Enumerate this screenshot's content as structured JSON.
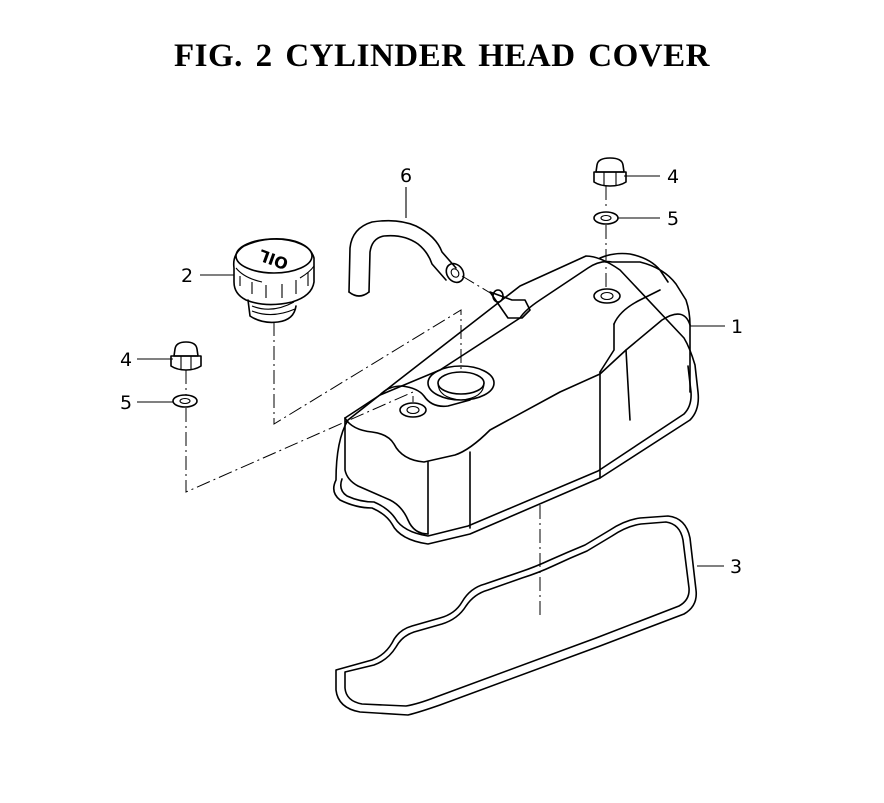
{
  "figure": {
    "title": "FIG.  2  CYLINDER HEAD COVER",
    "cap_text": "OIL"
  },
  "callouts": [
    {
      "id": "c1",
      "label": "1"
    },
    {
      "id": "c2",
      "label": "2"
    },
    {
      "id": "c3",
      "label": "3"
    },
    {
      "id": "c4a",
      "label": "4"
    },
    {
      "id": "c4b",
      "label": "4"
    },
    {
      "id": "c5a",
      "label": "5"
    },
    {
      "id": "c5b",
      "label": "5"
    },
    {
      "id": "c6",
      "label": "6"
    }
  ],
  "colors": {
    "line": "#000000",
    "background": "#ffffff"
  }
}
